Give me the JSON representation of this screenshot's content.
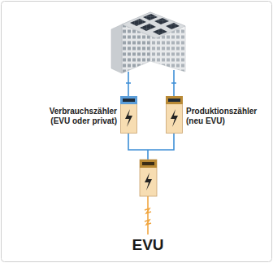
{
  "diagram": {
    "nodes": [
      {
        "text": [
          "Verbrauchszähler (EVU oder privat)"
        ]
      },
      {
        "text": [
          "Produktionszähler (neu EVU)"
        ]
      }
    ],
    "labels": [
      "EVU"
    ]
  }
}
